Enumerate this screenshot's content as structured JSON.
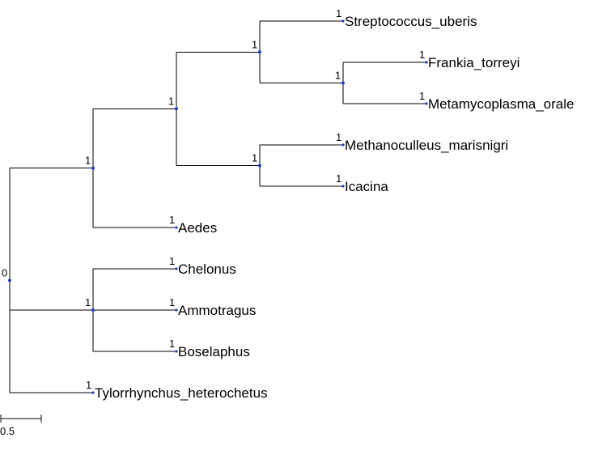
{
  "tree": {
    "root": {
      "support": "0",
      "children": [
        {
          "support": "1",
          "children": [
            {
              "support": "1",
              "children": [
                {
                  "support": "1",
                  "children": [
                    {
                      "name": "Streptococcus_uberis",
                      "support": "1"
                    },
                    {
                      "support": "1",
                      "children": [
                        {
                          "name": "Frankia_torreyi",
                          "support": "1"
                        },
                        {
                          "name": "Metamycoplasma_orale",
                          "support": "1"
                        }
                      ]
                    }
                  ]
                },
                {
                  "support": "1",
                  "children": [
                    {
                      "name": "Methanoculleus_marisnigri",
                      "support": "1"
                    },
                    {
                      "name": "Icacina",
                      "support": "1"
                    }
                  ]
                }
              ]
            },
            {
              "name": "Aedes",
              "support": "1"
            }
          ]
        },
        {
          "support": "1",
          "children": [
            {
              "name": "Chelonus",
              "support": "1"
            },
            {
              "name": "Ammotragus",
              "support": "1"
            },
            {
              "name": "Boselaphus",
              "support": "1"
            }
          ]
        },
        {
          "name": "Tylorrhynchus_heterochetus",
          "support": "1"
        }
      ]
    }
  },
  "scale_bar": {
    "label": "0.5",
    "length": 0.5
  },
  "colors": {
    "branch": "#000000",
    "node": "#1f3fbf",
    "text": "#000000"
  }
}
